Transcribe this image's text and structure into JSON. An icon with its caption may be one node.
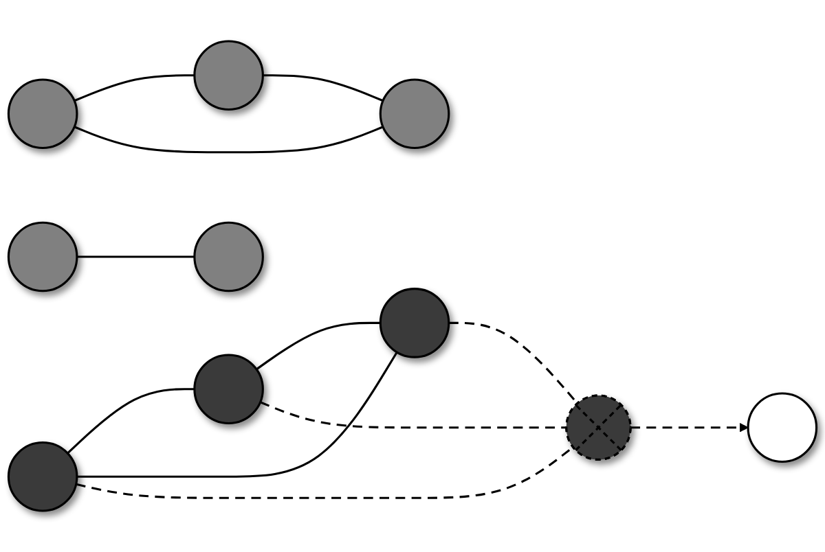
{
  "diagram": {
    "nodes": [
      {
        "text": [],
        "shape": "circle"
      },
      {
        "text": [],
        "shape": "circle"
      },
      {
        "text": [],
        "shape": "circle"
      },
      {
        "text": [],
        "shape": "crossed-circle"
      },
      {
        "text": [],
        "shape": "circle"
      },
      {
        "text": [],
        "shape": "circle"
      },
      {
        "text": [],
        "shape": "circle"
      },
      {
        "text": [],
        "shape": "circle"
      },
      {
        "text": [],
        "shape": "circle"
      },
      {
        "text": [],
        "shape": "circle"
      }
    ],
    "edges": [
      {
        "from": 0,
        "to": 1,
        "arrow": "none"
      },
      {
        "from": 1,
        "to": 2,
        "arrow": "none"
      },
      {
        "from": 0,
        "to": 2,
        "arrow": "none"
      },
      {
        "from": 0,
        "to": 3,
        "arrow": "none",
        "style": "dashed"
      },
      {
        "from": 1,
        "to": 3,
        "arrow": "none",
        "style": "dashed"
      },
      {
        "from": 2,
        "to": 3,
        "arrow": "none",
        "style": "dashed"
      },
      {
        "from": 3,
        "to": 9,
        "arrow": "to",
        "style": "dashed"
      },
      {
        "from": 4,
        "to": 5,
        "arrow": "none"
      },
      {
        "from": 5,
        "to": 6,
        "arrow": "none"
      },
      {
        "from": 4,
        "to": 6,
        "arrow": "none"
      },
      {
        "from": 7,
        "to": 8,
        "arrow": "none"
      }
    ]
  }
}
